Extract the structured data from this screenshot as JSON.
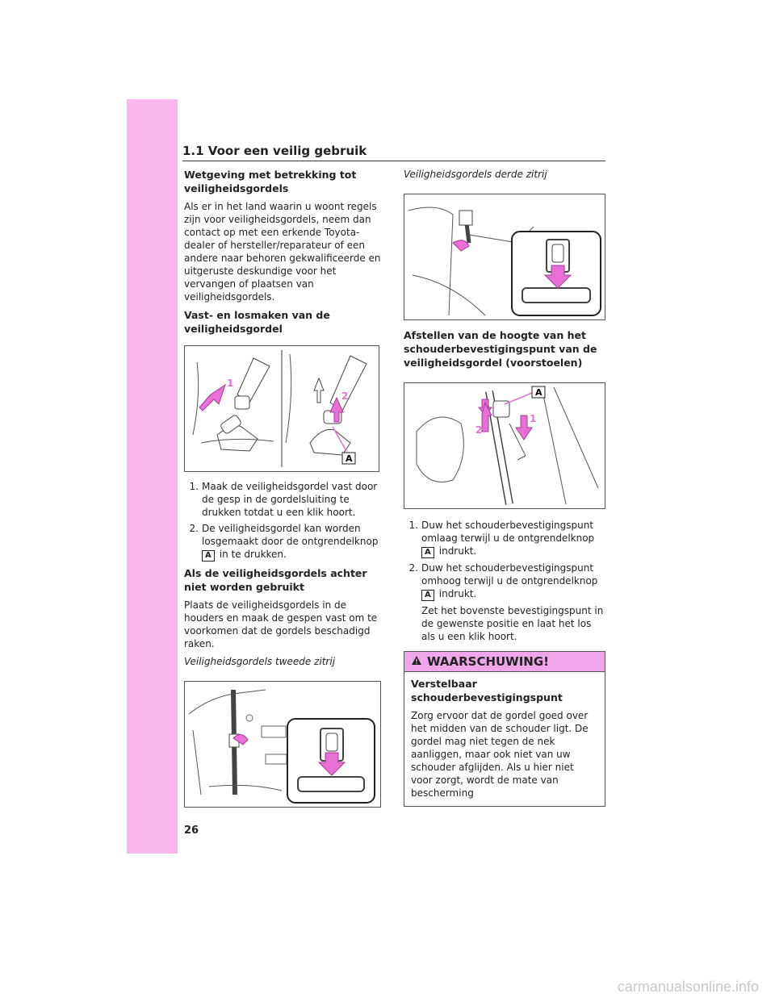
{
  "header": {
    "section_title": "1.1  Voor een veilig gebruik"
  },
  "left": {
    "heading_law": "Wetgeving met betrekking tot veiligheidsgordels",
    "para_law": "Als er in het land waarin u woont regels zijn voor veiligheidsgordels, neem dan contact op met een erkende Toyota-dealer of hersteller/reparateur of een andere naar behoren gekwalificeerde en uitgeruste deskundige voor het vervangen of plaatsen van veiligheidsgordels.",
    "heading_fasten": "Vast- en losmaken van de veiligheidsgordel",
    "fig1_labels": {
      "n1": "1",
      "n2": "2",
      "a": "A"
    },
    "steps": [
      {
        "num": "1.",
        "text": "Maak de veiligheidsgordel vast door de gesp in de gordelsluiting te drukken totdat u een klik hoort."
      },
      {
        "num": "2.",
        "text": "De veiligheidsgordel kan worden losgemaakt door de ontgrendelknop",
        "badge": "A",
        "after": "in te drukken."
      }
    ],
    "heading_rear": "Als de veiligheidsgordels achter niet worden gebruikt",
    "para_rear": "Plaats de veiligheidsgordels in de houders en maak de gespen vast om te voorkomen dat de gordels beschadigd raken.",
    "caption_row2": "Veiligheidsgordels tweede zitrij"
  },
  "right": {
    "caption_row3": "Veiligheidsgordels derde zitrij",
    "heading_height": "Afstellen van de hoogte van het schouderbevestigingspunt van de veiligheidsgordel (voorstoelen)",
    "fig_height_labels": {
      "n1": "1",
      "n2": "2",
      "a": "A"
    },
    "steps": [
      {
        "num": "1.",
        "text": "Duw het schouderbevestigingspunt omlaag terwijl u de ontgrendelknop",
        "badge": "A",
        "after": "indrukt."
      },
      {
        "num": "2.",
        "text": "Duw het schouderbevestigingspunt omhoog terwijl u de ontgrendelknop",
        "badge": "A",
        "after": "indrukt."
      }
    ],
    "step_extra": "Zet het bovenste bevestigingspunt in de gewenste positie en laat het los als u een klik hoort.",
    "warning": {
      "title": "WAARSCHUWING!",
      "subheading": "Verstelbaar schouderbevestigingspunt",
      "text": "Zorg ervoor dat de gordel goed over het midden van de schouder ligt. De gordel mag niet tegen de nek aanliggen, maar ook niet van uw schouder afglijden. Als u hier niet voor zorgt, wordt de mate van bescherming"
    }
  },
  "page": {
    "number": "26"
  },
  "watermark": "carmanualsonline.info",
  "colors": {
    "accent_pink": "#f7b6ec",
    "warning_pink": "#f0a6ea",
    "arrow_pink": "#e86fd6"
  }
}
